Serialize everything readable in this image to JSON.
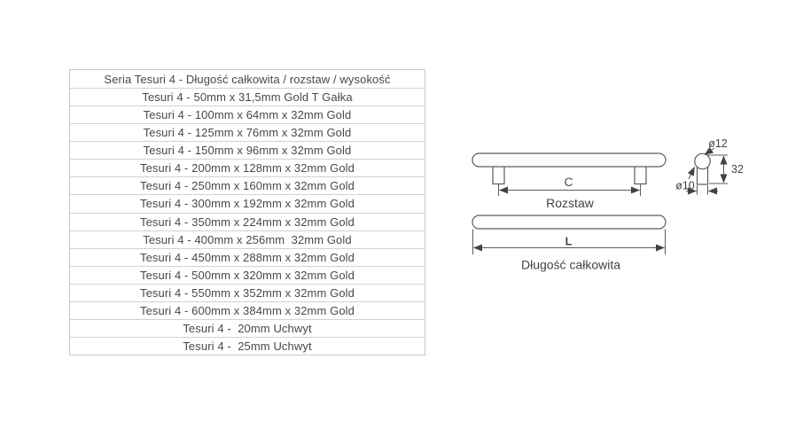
{
  "table": {
    "header": "Seria Tesuri 4 - Długość całkowita / rozstaw / wysokość",
    "rows": [
      "Tesuri 4 - 50mm x 31,5mm Gold T Gałka",
      "Tesuri 4 - 100mm x 64mm x 32mm Gold",
      "Tesuri 4 - 125mm x 76mm x 32mm Gold",
      "Tesuri 4 - 150mm x 96mm x 32mm Gold",
      "Tesuri 4 - 200mm x 128mm x 32mm Gold",
      "Tesuri 4 - 250mm x 160mm x 32mm Gold",
      "Tesuri 4 - 300mm x 192mm x 32mm Gold",
      "Tesuri 4 - 350mm x 224mm x 32mm Gold",
      "Tesuri 4 - 400mm x 256mm  32mm Gold",
      "Tesuri 4 - 450mm x 288mm x 32mm Gold",
      "Tesuri 4 - 500mm x 320mm x 32mm Gold",
      "Tesuri 4 - 550mm x 352mm x 32mm Gold",
      "Tesuri 4 - 600mm x 384mm x 32mm Gold",
      "Tesuri 4 -  20mm Uchwyt",
      "Tesuri 4 -  25mm Uchwyt"
    ]
  },
  "diagram": {
    "spacing_symbol": "C",
    "spacing_label": "Rozstaw",
    "length_symbol": "L",
    "length_label": "Długość całkowita",
    "knob_diameter": "ø12",
    "post_diameter": "ø10",
    "height_value": "32"
  },
  "colors": {
    "text": "#46494d",
    "table_border": "#c9c9c9",
    "drawing_line": "#595c61"
  }
}
